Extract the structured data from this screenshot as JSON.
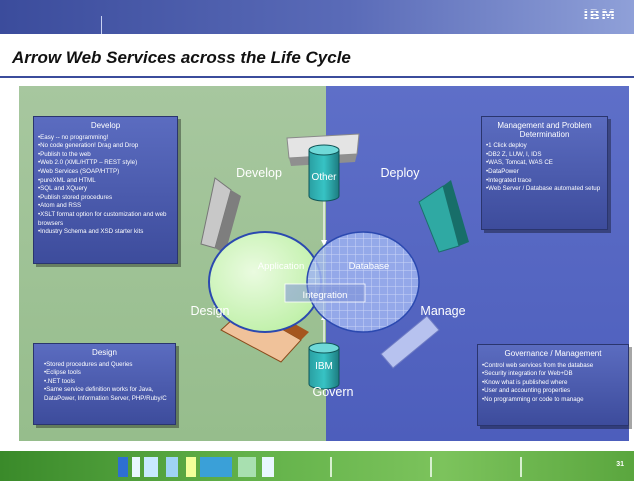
{
  "header": {
    "logo": "IBM"
  },
  "title": "Arrow Web Services across the Life Cycle",
  "panels": {
    "develop": {
      "heading": "Develop",
      "items": [
        "•Easy -- no programming!",
        "•No code generation! Drag and Drop",
        "•Publish to the web",
        "•Web 2.0 (XML/HTTP – REST style)",
        "•Web Services (SOAP/HTTP)",
        "•pureXML and HTML",
        "•SQL and XQuery",
        "•Publish stored procedures",
        "•Atom and RSS",
        "•XSLT format option for customization and web browsers",
        "•Industry Schema and XSD starter kits"
      ]
    },
    "design": {
      "heading": "Design",
      "items": [
        "•Stored procedures and Queries",
        "•Eclipse tools",
        "•.NET tools",
        "•Same service definition works for Java, DataPower, Information Server, PHP/Ruby/C"
      ]
    },
    "management": {
      "heading": "Management and Problem Determination",
      "items": [
        "•1 Click deploy",
        "•DB2 Z, LUW, I, IDS",
        "•WAS, Tomcat, WAS CE",
        "•DataPower",
        "•Integrated trace",
        "•Web Server / Database automated setup"
      ]
    },
    "governance": {
      "heading": "Governance / Management",
      "items": [
        "•Control web services from the database",
        "•Security integration for Web+DB",
        "•Know what is published where",
        "•User and accounting properties",
        "•No programming or code to manage"
      ]
    }
  },
  "cycle": {
    "phases": {
      "develop": "Develop",
      "deploy": "Deploy",
      "manage": "Manage",
      "govern": "Govern",
      "design": "Design"
    },
    "cylinders": {
      "top": "Other",
      "bottom": "IBM"
    },
    "venn": {
      "application": "Application",
      "database": "Database",
      "integration": "Integration"
    }
  },
  "colors": {
    "green_half": "#9fc396",
    "blue_half": "#5566c2",
    "panel": "#4a5aae",
    "arrow_gray": "#a0a0a0",
    "arrow_teal": "#1f8f8a",
    "arrow_brown": "#b3632a",
    "arrow_lightblue": "#aab6e8"
  },
  "footer": {
    "page_number": "31"
  }
}
